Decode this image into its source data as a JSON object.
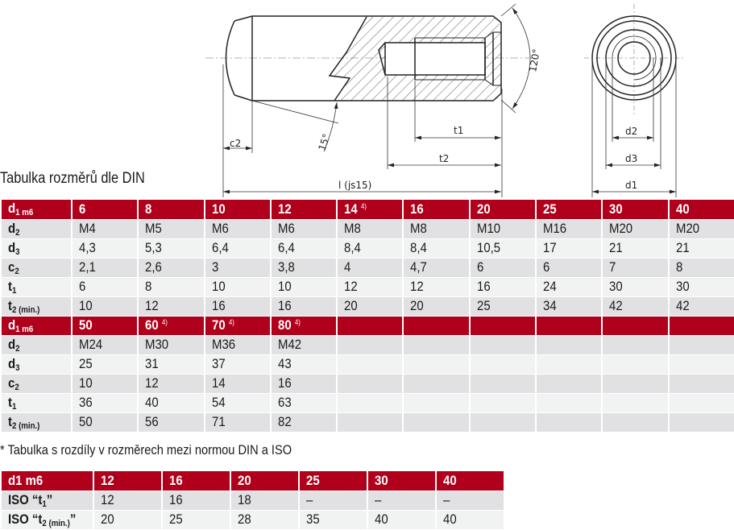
{
  "drawing": {
    "labels": {
      "c2": "c2",
      "t1": "t1",
      "t2": "t2",
      "l": "l (js15)",
      "angle15": "15°",
      "angle120": "120°",
      "d1": "d1",
      "d2": "d2",
      "d3": "d3"
    }
  },
  "title": "Tabulka rozměrů dle DIN",
  "main_table": {
    "row_labels": [
      "d",
      "d",
      "d",
      "c",
      "t",
      "t"
    ],
    "row_subs": [
      "1 m6",
      "2",
      "3",
      "2",
      "1",
      "2 (min.)"
    ],
    "header1": [
      "6",
      "8",
      "10",
      "12",
      "14",
      "16",
      "20",
      "25",
      "30",
      "40"
    ],
    "header1_notes": [
      "",
      "",
      "",
      "",
      "4)",
      "",
      "",
      "",
      "",
      ""
    ],
    "rows1": [
      [
        "M4",
        "M5",
        "M6",
        "M6",
        "M8",
        "M8",
        "M10",
        "M16",
        "M20",
        "M20"
      ],
      [
        "4,3",
        "5,3",
        "6,4",
        "6,4",
        "8,4",
        "8,4",
        "10,5",
        "17",
        "21",
        "21"
      ],
      [
        "2,1",
        "2,6",
        "3",
        "3,8",
        "4",
        "4,7",
        "6",
        "6",
        "7",
        "8"
      ],
      [
        "6",
        "8",
        "10",
        "10",
        "12",
        "12",
        "16",
        "24",
        "30",
        "30"
      ],
      [
        "10",
        "12",
        "16",
        "16",
        "20",
        "20",
        "25",
        "34",
        "42",
        "42"
      ]
    ],
    "header2": [
      "50",
      "60",
      "70",
      "80"
    ],
    "header2_notes": [
      "",
      "4)",
      "4)",
      "4)"
    ],
    "rows2": [
      [
        "M24",
        "M30",
        "M36",
        "M42"
      ],
      [
        "25",
        "31",
        "37",
        "43"
      ],
      [
        "10",
        "12",
        "14",
        "16"
      ],
      [
        "36",
        "40",
        "54",
        "63"
      ],
      [
        "50",
        "56",
        "71",
        "82"
      ]
    ]
  },
  "note": "* Tabulka s rozdíly v rozměrech mezi normou DIN a ISO",
  "iso_table": {
    "header_label": "d1 m6",
    "header": [
      "12",
      "16",
      "20",
      "25",
      "30",
      "40"
    ],
    "row1_label": "ISO “t",
    "row1_sub": "1",
    "row1_end": "”",
    "row1": [
      "12",
      "16",
      "18",
      "–",
      "–",
      "–"
    ],
    "row2_label": "ISO “t",
    "row2_sub": "2 (min.)",
    "row2_end": "”",
    "row2": [
      "20",
      "25",
      "28",
      "35",
      "40",
      "40"
    ]
  },
  "colors": {
    "header_red": "#b0001b",
    "row_dark": "#e1e1e3",
    "row_light": "#f1f2f2"
  }
}
